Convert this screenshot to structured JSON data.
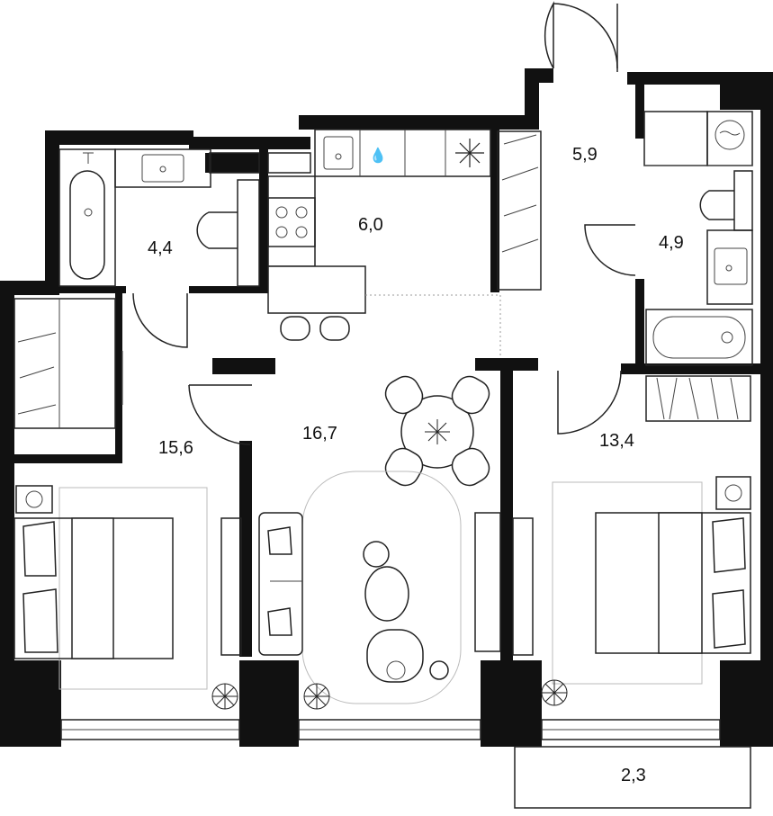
{
  "plan": {
    "rooms": [
      {
        "id": "bathroom-1",
        "area": "4,4"
      },
      {
        "id": "kitchen",
        "area": "6,0"
      },
      {
        "id": "hallway",
        "area": "5,9"
      },
      {
        "id": "bathroom-2",
        "area": "4,9"
      },
      {
        "id": "bedroom-1",
        "area": "15,6"
      },
      {
        "id": "living-room",
        "area": "16,7"
      },
      {
        "id": "bedroom-2",
        "area": "13,4"
      },
      {
        "id": "balcony",
        "area": "2,3"
      }
    ]
  }
}
